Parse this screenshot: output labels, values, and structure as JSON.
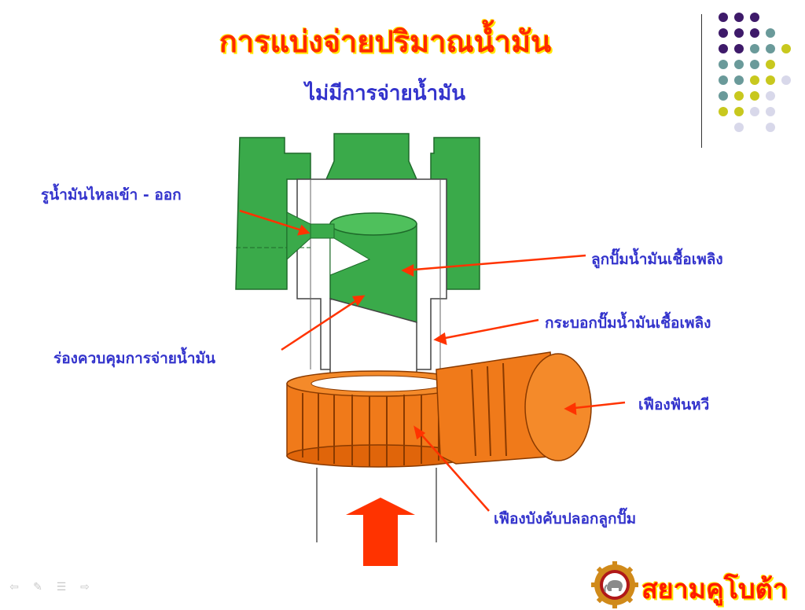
{
  "title": "การแบ่งจ่ายปริมาณน้ำมัน",
  "subtitle": "ไม่มีการจ่ายน้ำมัน",
  "labels": {
    "inlet_outlet": "รูน้ำมันไหลเข้า - ออก",
    "plunger": "ลูกปั๊มน้ำมันเชื้อเพลิง",
    "barrel": "กระบอกปั๊มน้ำมันเชื้อเพลิง",
    "control_groove": "ร่องควบคุมการจ่ายน้ำมัน",
    "rack": "เฟืองฟันหวี",
    "control_sleeve": "เฟืองบังคับปลอกลูกปั๊ม"
  },
  "logo": {
    "text": "สยามคูโบต้า"
  },
  "colors": {
    "title": "#ff2a00",
    "title_outline": "#ffe600",
    "label": "#3333cc",
    "housing_green": "#3aaa4a",
    "gear_orange": "#f07a1a",
    "arrow": "#ff3300",
    "leader": "#ff3300"
  },
  "dot_colors": [
    "#3e1a6a",
    "#6a9a9a",
    "#c8c81e",
    "#d8d8ea"
  ],
  "nav_icons": [
    "prev-arrow-icon",
    "pen-icon",
    "menu-icon",
    "next-arrow-icon"
  ]
}
